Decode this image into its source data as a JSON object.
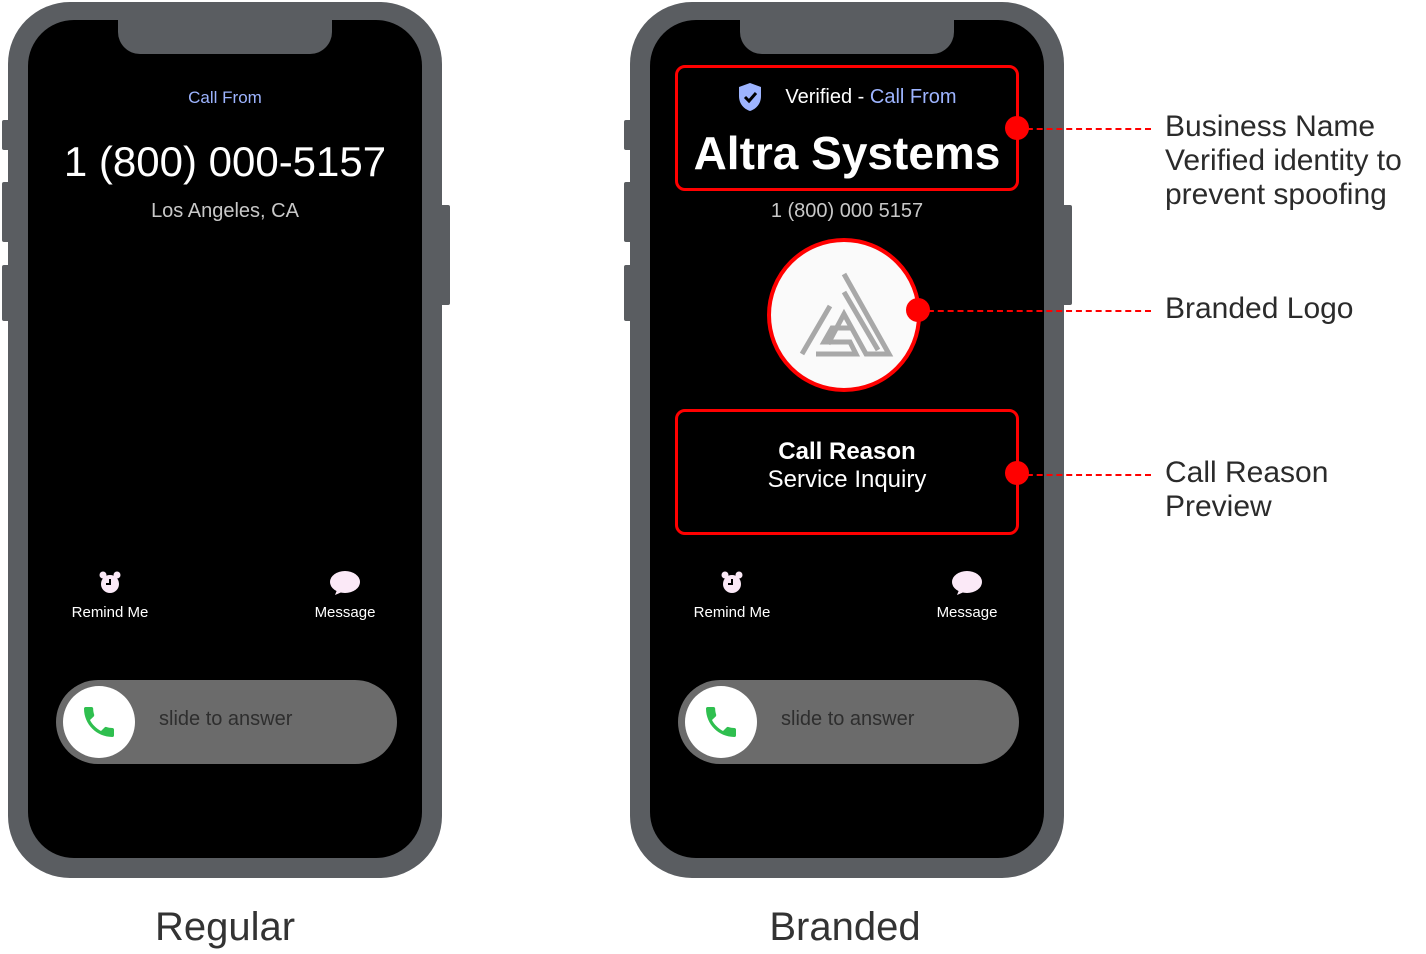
{
  "regular": {
    "call_from": "Call From",
    "number": "1 (800) 000-5157",
    "location": "Los Angeles, CA",
    "remind_label": "Remind Me",
    "message_label": "Message",
    "slide_label": "slide to answer",
    "caption": "Regular"
  },
  "branded": {
    "verified": "Verified",
    "separator": " - ",
    "call_from": "Call From",
    "business_name": "Altra Systems",
    "number": "1 (800) 000 5157",
    "reason_title": "Call Reason",
    "reason_text": "Service Inquiry",
    "remind_label": "Remind Me",
    "message_label": "Message",
    "slide_label": "slide to answer",
    "caption": "Branded"
  },
  "annotations": {
    "business": [
      "Business Name",
      "Verified identity to",
      "prevent spoofing"
    ],
    "logo": [
      "Branded Logo"
    ],
    "reason": [
      "Call Reason",
      "Preview"
    ]
  },
  "colors": {
    "accent_blue": "#9db4ff",
    "highlight_red": "#ff0000",
    "frame": "#5a5d61",
    "answer_green": "#2fbf4f"
  }
}
